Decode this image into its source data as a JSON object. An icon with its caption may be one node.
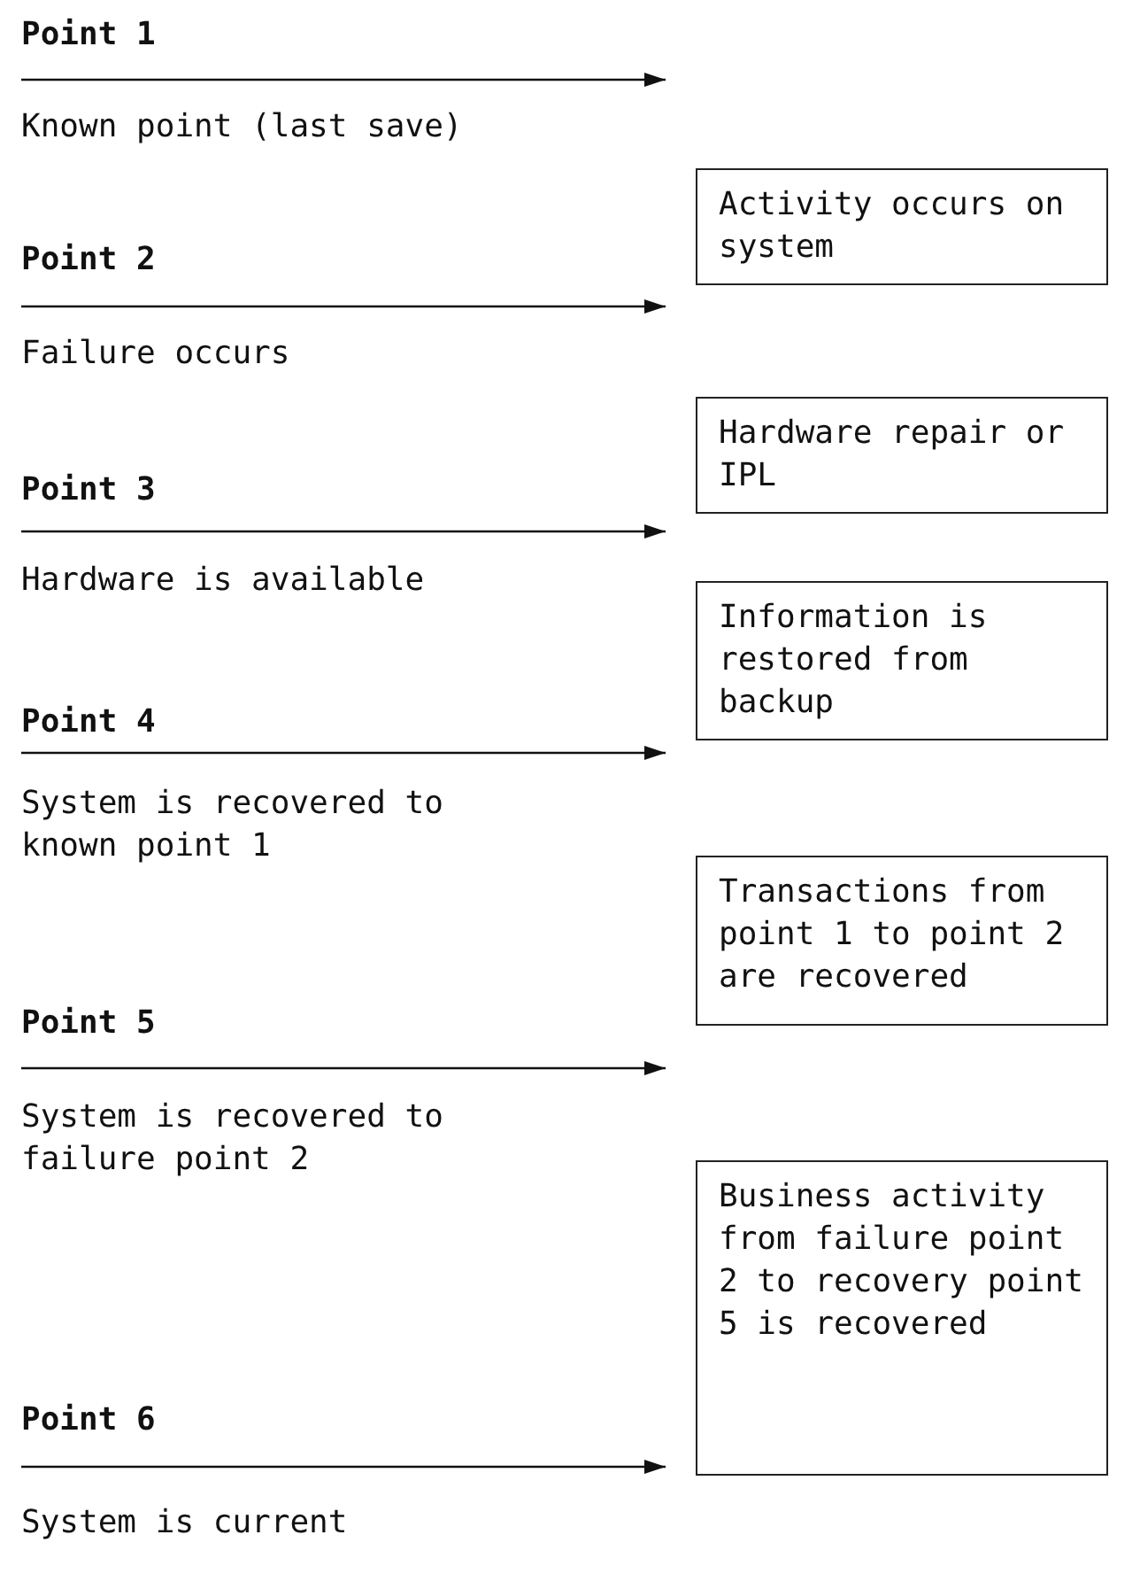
{
  "diagram": {
    "nodes": [
      {
        "text": [
          "Activity occurs on system"
        ]
      },
      {
        "text": [
          "Hardware repair or IPL"
        ]
      },
      {
        "text": [
          "Information is restored from backup"
        ]
      },
      {
        "text": [
          "Transactions from point 1 to point 2 are recovered"
        ]
      },
      {
        "text": [
          "Business activity from failure point 2 to recovery point 5 is recovered"
        ]
      }
    ],
    "labels": [
      "Point 1",
      "Known point (last save)",
      "Point 2",
      "Failure occurs",
      "Point 3",
      "Hardware is available",
      "Point 4",
      "System is recovered to known point 1",
      "Point 5",
      "System is recovered to failure point 2",
      "Point 6",
      "System is current"
    ]
  }
}
